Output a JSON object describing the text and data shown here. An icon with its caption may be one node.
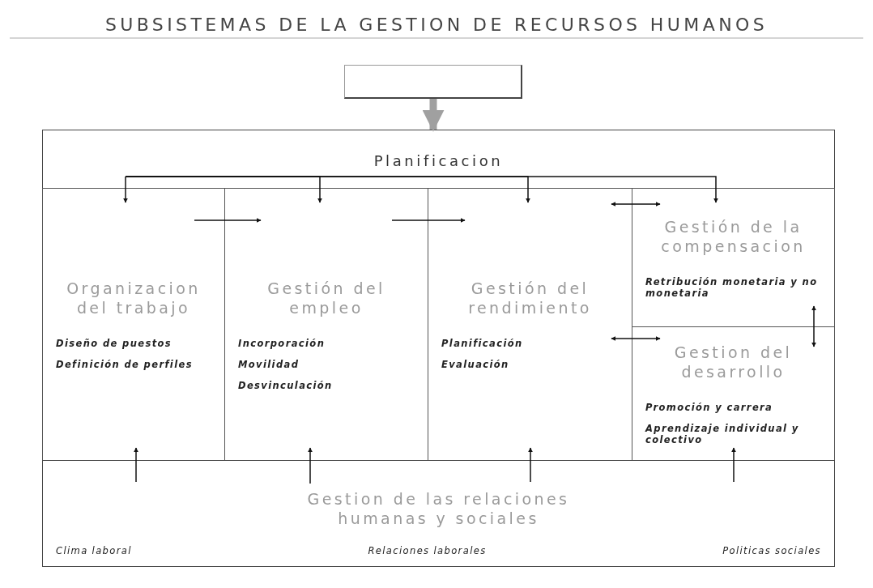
{
  "diagram": {
    "title": "SUBSISTEMAS DE LA GESTION DE RECURSOS HUMANOS",
    "nodes": [
      {
        "text": [],
        "shape": "box"
      },
      {
        "text": [
          "Planificacion"
        ]
      },
      {
        "text": [
          "Organizacion del trabajo",
          "Diseño de puestos",
          "Definición de perfiles"
        ]
      },
      {
        "text": [
          "Gestión del empleo",
          "Incorporación",
          "Movilidad",
          "Desvinculación"
        ]
      },
      {
        "text": [
          "Gestión del rendimiento",
          "Planificación",
          "Evaluación"
        ]
      },
      {
        "text": [
          "Gestión de la compensacion",
          "Retribución monetaria y no monetaria"
        ]
      },
      {
        "text": [
          "Gestion del desarrollo",
          "Promoción y carrera",
          "Aprendizaje individual y colectivo"
        ]
      },
      {
        "text": [
          "Gestion de las relaciones humanas y sociales",
          "Clima laboral",
          "Relaciones laborales",
          "Politicas sociales"
        ]
      }
    ],
    "edges": [
      {
        "from": 0,
        "to": 1,
        "arrow": "to",
        "style": "thick",
        "color": "#a0a0a0"
      },
      {
        "from": 1,
        "to": 2,
        "arrow": "to"
      },
      {
        "from": 1,
        "to": 3,
        "arrow": "to"
      },
      {
        "from": 1,
        "to": 4,
        "arrow": "to"
      },
      {
        "from": 1,
        "to": 5,
        "arrow": "to"
      },
      {
        "from": 2,
        "to": 3,
        "arrow": "to"
      },
      {
        "from": 3,
        "to": 4,
        "arrow": "to"
      },
      {
        "from": 4,
        "to": 5,
        "arrow": "both"
      },
      {
        "from": 4,
        "to": 6,
        "arrow": "both"
      },
      {
        "from": 5,
        "to": 6,
        "arrow": "both"
      },
      {
        "from": 7,
        "to": 2,
        "arrow": "to"
      },
      {
        "from": 7,
        "to": 3,
        "arrow": "to"
      },
      {
        "from": 7,
        "to": 4,
        "arrow": "to"
      },
      {
        "from": 7,
        "to": 6,
        "arrow": "to"
      }
    ]
  }
}
